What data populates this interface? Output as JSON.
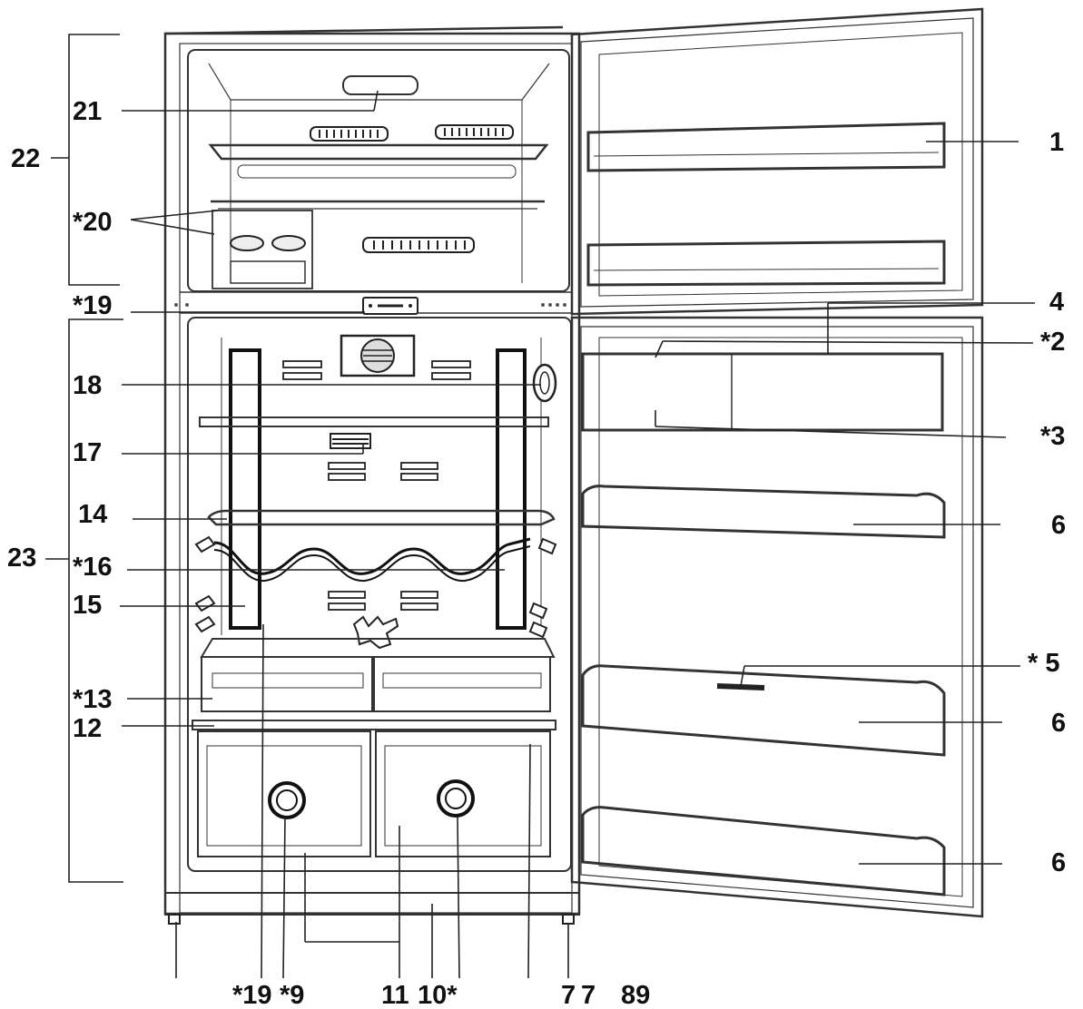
{
  "labels": {
    "l21": "21",
    "l22": "22",
    "l20": "*20",
    "l19top": "*19",
    "l18": "18",
    "l17": "17",
    "l14": "14",
    "l23": "23",
    "l16": "*16",
    "l15": "15",
    "l13": "*13",
    "l12": "12",
    "l1": "1",
    "l4": "4",
    "l2": "*2",
    "l3": "*3",
    "l6a": "6",
    "l5": "* 5",
    "l6b": "6",
    "l6c": "6",
    "b19": "*19",
    "b9": "*9",
    "b11": "11",
    "b10": "10*",
    "b7a": "7",
    "b7b": "7",
    "b89": "89"
  }
}
